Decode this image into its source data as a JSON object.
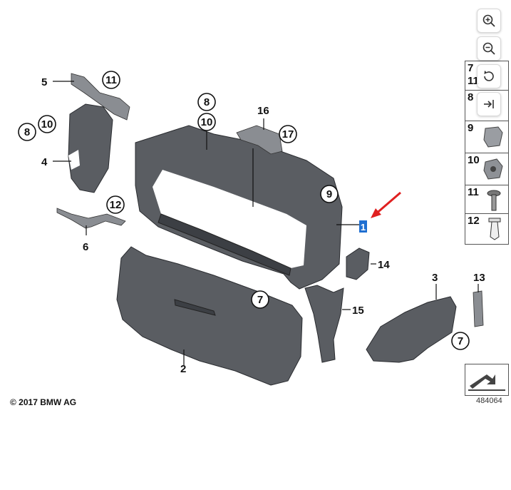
{
  "callouts": {
    "c1": "1",
    "c2": "2",
    "c3": "3",
    "c4": "4",
    "c5": "5",
    "c6": "6",
    "c7a": "7",
    "c7b": "7",
    "c8a": "8",
    "c8b": "8",
    "c9": "9",
    "c10a": "10",
    "c10b": "10",
    "c11": "11",
    "c12": "12",
    "c13": "13",
    "c14": "14",
    "c15": "15",
    "c16": "16",
    "c17": "17"
  },
  "side_panel": {
    "items": [
      {
        "label": "7",
        "sub": "11"
      },
      {
        "label": "8"
      },
      {
        "label": "9"
      },
      {
        "label": "10"
      },
      {
        "label": "11"
      },
      {
        "label": "12"
      }
    ]
  },
  "footer": {
    "copyright": "© 2017 BMW AG",
    "diagram_number": "484064"
  },
  "toolbar": {
    "zoom_in": "zoom-in-icon",
    "zoom_out": "zoom-out-icon",
    "rotate": "rotate-icon",
    "collapse": "collapse-panel-icon"
  },
  "colors": {
    "highlight": "#1f6fd1",
    "arrow": "#e02020"
  }
}
